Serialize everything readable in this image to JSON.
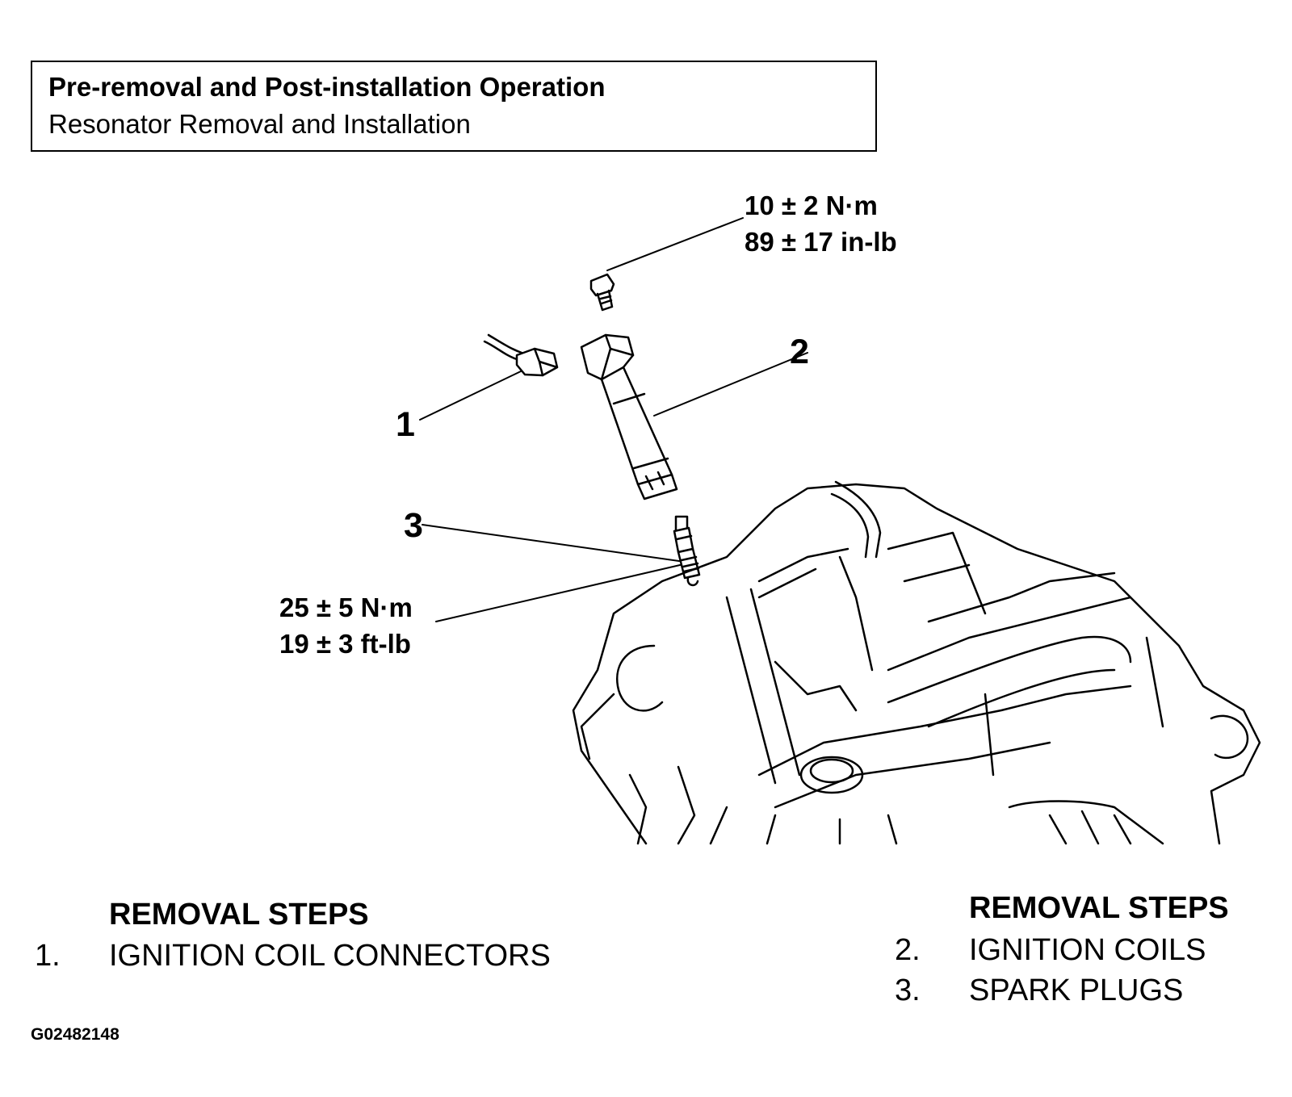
{
  "header": {
    "title": "Pre-removal and Post-installation Operation",
    "subtitle": "Resonator Removal and Installation"
  },
  "torque_coil": {
    "line1": "10 ± 2 N·m",
    "line2": "89 ± 17 in-lb"
  },
  "torque_plug": {
    "line1": "25 ± 5 N·m",
    "line2": "19 ± 3 ft-lb"
  },
  "callouts": {
    "c1": "1",
    "c2": "2",
    "c3": "3"
  },
  "steps_left": {
    "heading": "REMOVAL STEPS",
    "items": [
      {
        "num": "1.",
        "text": "IGNITION COIL CONNECTORS"
      }
    ]
  },
  "steps_right": {
    "heading": "REMOVAL STEPS",
    "items": [
      {
        "num": "2.",
        "text": "IGNITION COILS"
      },
      {
        "num": "3.",
        "text": "SPARK PLUGS"
      }
    ]
  },
  "figure_id": "G02482148",
  "colors": {
    "line": "#000000",
    "background": "#ffffff"
  }
}
